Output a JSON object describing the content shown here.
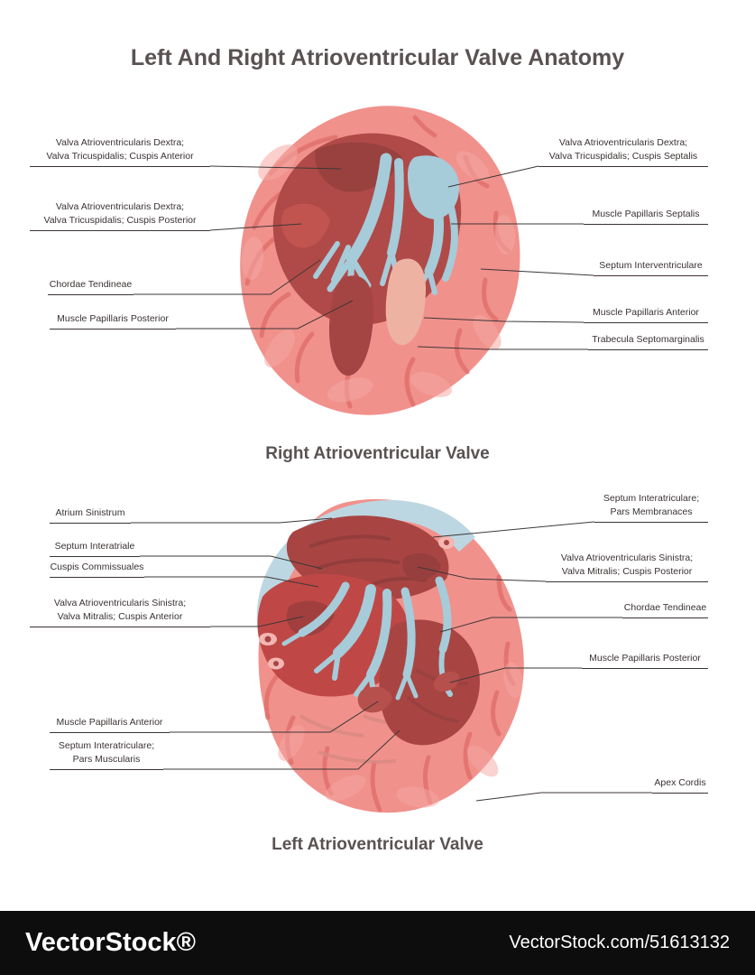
{
  "title": "Left And Right Atrioventricular Valve Anatomy",
  "diagrams": [
    {
      "caption": "Right Atrioventricular Valve",
      "labels_left": [
        "Valva Atrioventricularis Dextra;\nValva Tricuspidalis; Cuspis Anterior",
        "Valva Atrioventricularis Dextra;\nValva Tricuspidalis; Cuspis Posterior",
        "Chordae Tendineae",
        "Muscle Papillaris Posterior"
      ],
      "labels_right": [
        "Valva Atrioventricularis Dextra;\nValva Tricuspidalis; Cuspis Septalis",
        "Muscle Papillaris Septalis",
        "Septum Interventriculare",
        "Muscle Papillaris Anterior",
        "Trabecula Septomarginalis"
      ]
    },
    {
      "caption": "Left Atrioventricular Valve",
      "labels_left": [
        "Atrium Sinistrum",
        "Septum Interatriale",
        "Cuspis Commissuales",
        "Valva Atrioventricularis Sinistra;\nValva Mitralis; Cuspis Anterior",
        "Muscle Papillaris Anterior",
        "Septum Interatriculare;\nPars Muscularis"
      ],
      "labels_right": [
        "Septum Interatriculare;\nPars Membranaces",
        "Valva Atrioventricularis Sinistra;\nValva Mitralis; Cuspis Posterior",
        "Chordae Tendineae",
        "Muscle Papillaris Posterior",
        "Apex Cordis"
      ]
    }
  ],
  "colors": {
    "title_text": "#5a5252",
    "label_text": "#3a3232",
    "leader_line": "#3e3737",
    "myocardium": "#f1918c",
    "myocardium_fold": "#e2736f",
    "cavity_red": "#b04a48",
    "cavity_bright": "#bf4846",
    "cuspis_dark": "#98413f",
    "chordae_blue": "#a6cbd9",
    "atrium_wall_blue": "#bcd7e2",
    "papillary_pink": "#eeb2a3",
    "footer_bg": "#0d0d0d",
    "footer_text": "#ffffff"
  },
  "footer": {
    "brand": "VectorStock®",
    "url": "VectorStock.com/51613132"
  }
}
